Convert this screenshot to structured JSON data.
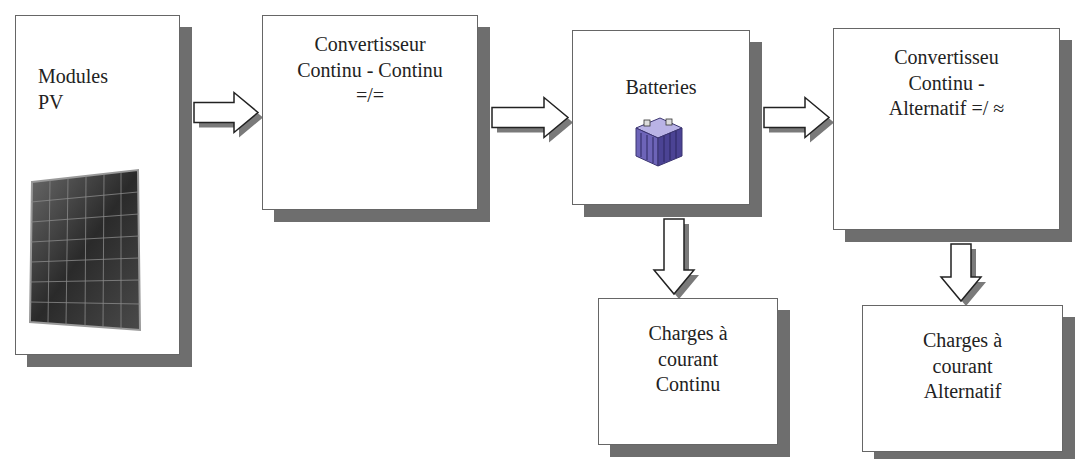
{
  "diagram": {
    "nodes": [
      {
        "text": [
          "Modules PV"
        ]
      },
      {
        "text": [
          "Convertisseur Continu - Continu =/="
        ]
      },
      {
        "text": [
          "Batteries"
        ]
      },
      {
        "text": [
          "Convertisseu Continu - Alternatif =/ ≈"
        ]
      },
      {
        "text": [
          "Charges à courant Continu"
        ]
      },
      {
        "text": [
          "Charges à courant Alternatif"
        ]
      }
    ],
    "edges": [
      {
        "from": 0,
        "to": 1,
        "arrow": "to"
      },
      {
        "from": 1,
        "to": 2,
        "arrow": "to"
      },
      {
        "from": 2,
        "to": 3,
        "arrow": "to"
      },
      {
        "from": 2,
        "to": 4,
        "arrow": "to"
      },
      {
        "from": 3,
        "to": 5,
        "arrow": "to"
      }
    ]
  }
}
